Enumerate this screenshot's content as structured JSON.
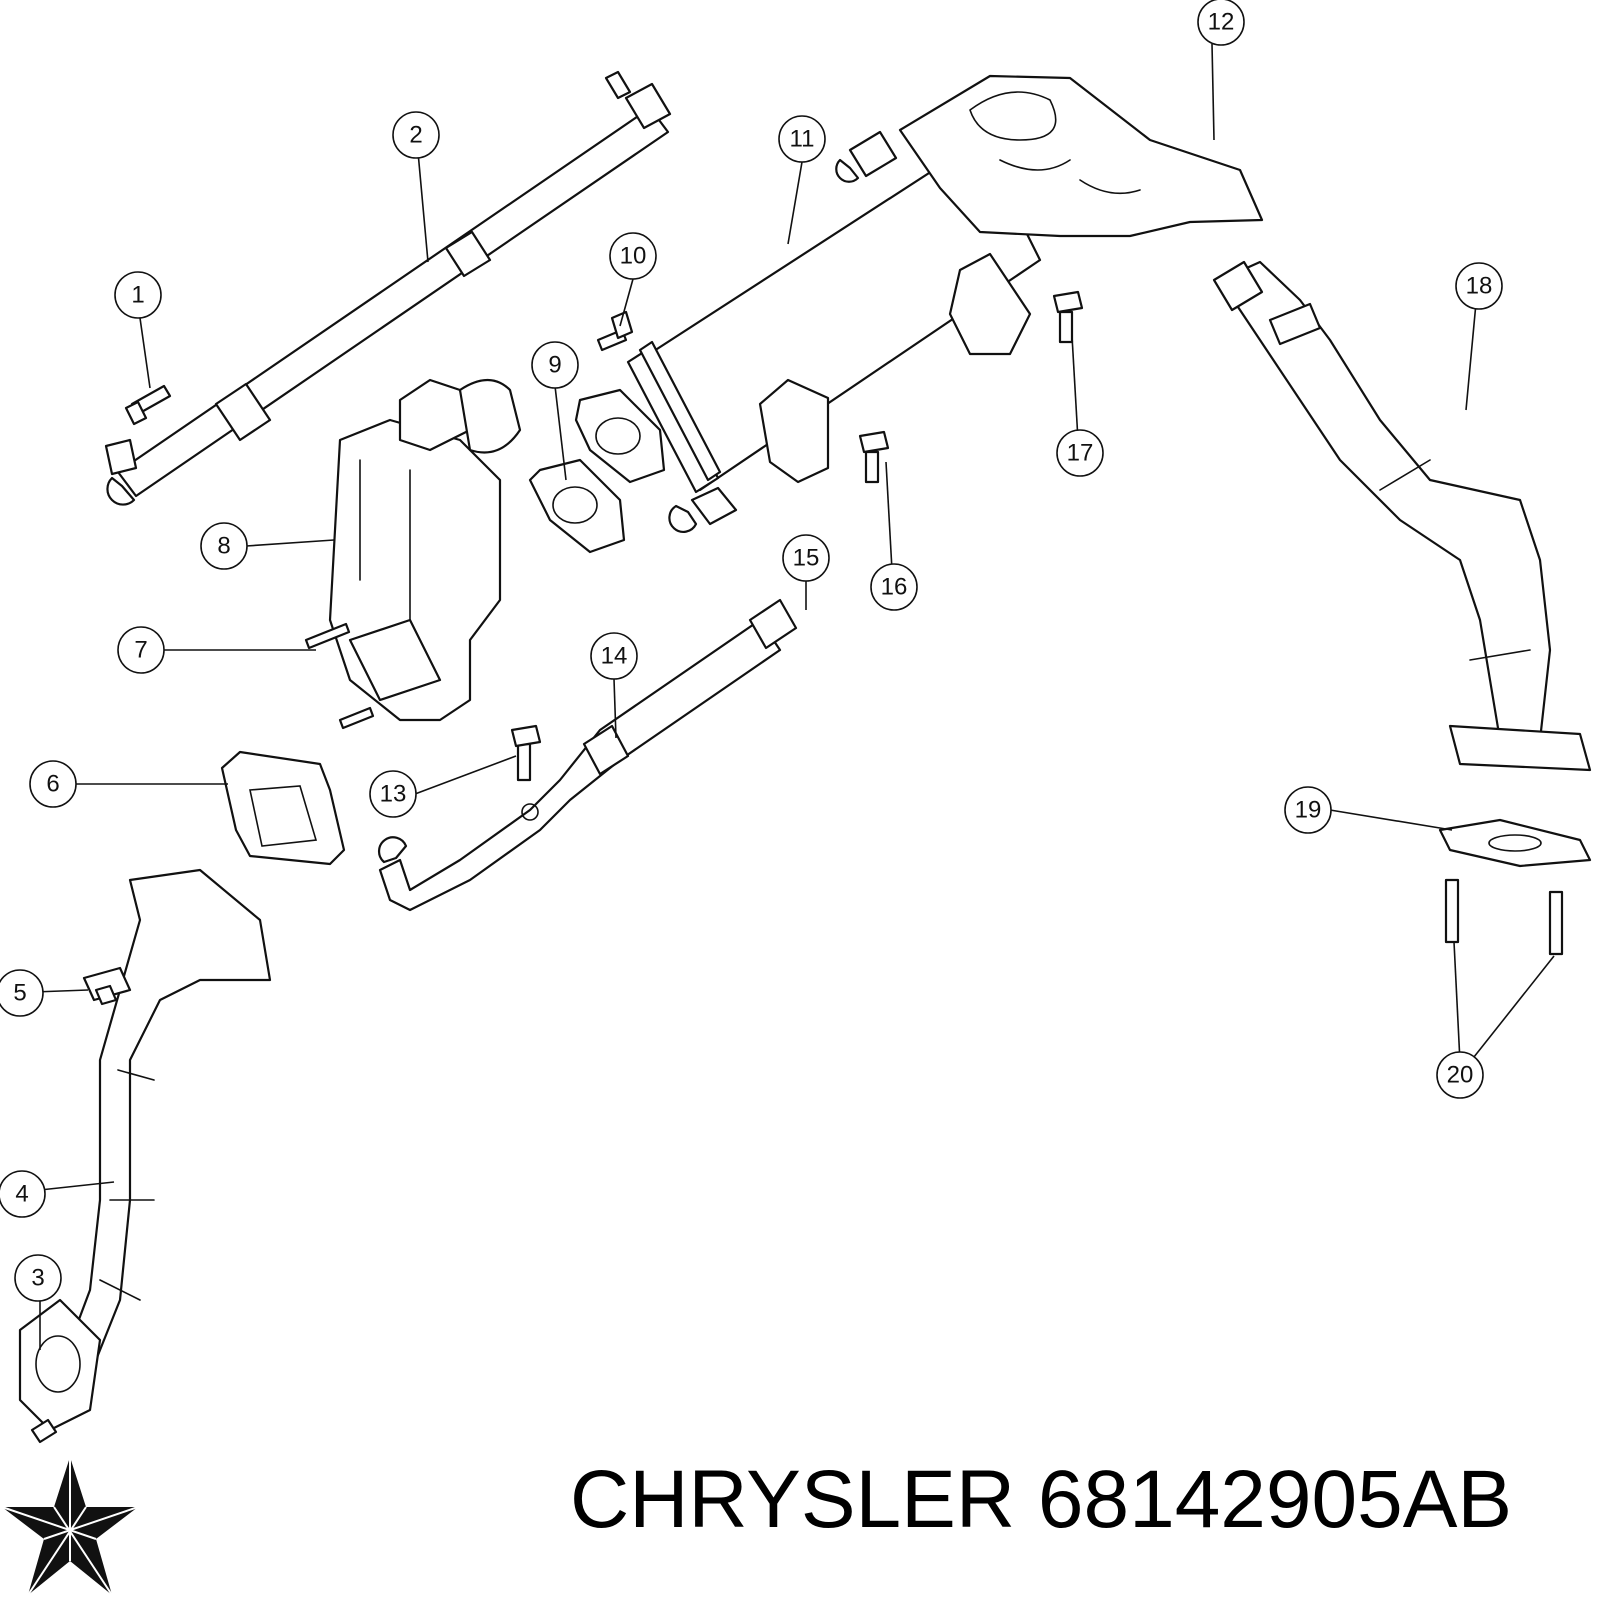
{
  "brand": {
    "name": "CHRYSLER",
    "part_number": "68142905AB",
    "logo_icon": "chrysler-pentastar-icon"
  },
  "callouts": [
    "1",
    "2",
    "3",
    "4",
    "5",
    "6",
    "7",
    "8",
    "9",
    "10",
    "11",
    "12",
    "13",
    "14",
    "15",
    "16",
    "17",
    "18",
    "19",
    "20"
  ]
}
